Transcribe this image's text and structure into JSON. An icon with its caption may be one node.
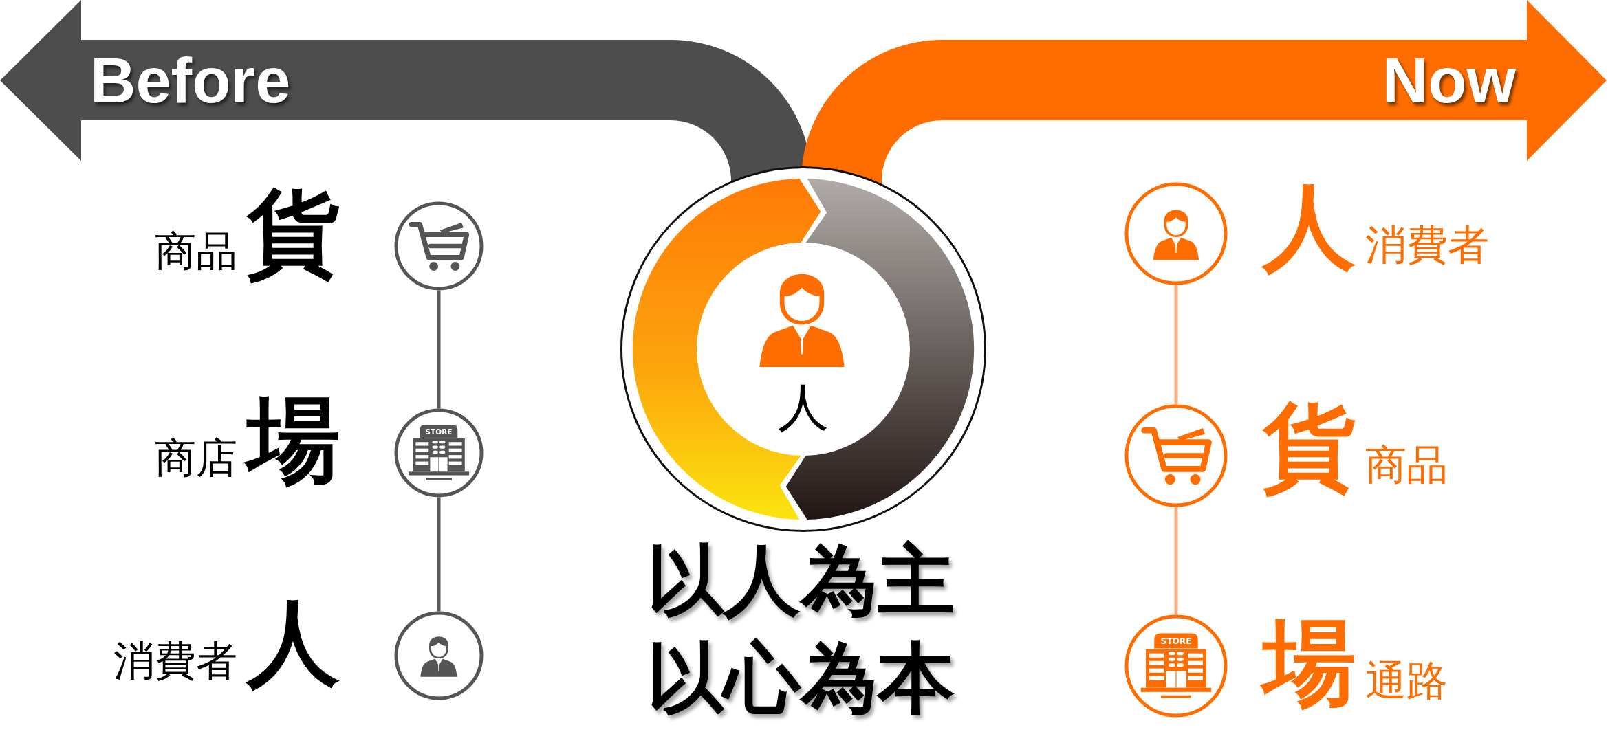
{
  "diagram": {
    "nodes": [
      {
        "text": [
          "Before"
        ]
      },
      {
        "text": [
          "Now"
        ]
      },
      {
        "text": [],
        "shape": "circle",
        "beside": [
          "商品",
          "貨"
        ]
      },
      {
        "text": [],
        "shape": "circle",
        "beside": [
          "商店",
          "場"
        ]
      },
      {
        "text": [],
        "shape": "circle",
        "beside": [
          "消費者",
          "人"
        ]
      },
      {
        "text": [
          "人"
        ]
      },
      {
        "text": [],
        "shape": "circle",
        "beside": [
          "人",
          "消費者"
        ]
      },
      {
        "text": [],
        "shape": "circle",
        "beside": [
          "貨",
          "商品"
        ]
      },
      {
        "text": [],
        "shape": "circle",
        "beside": [
          "場",
          "通路"
        ]
      }
    ],
    "edges": [
      {
        "from": 2,
        "to": 3,
        "arrow": "none",
        "color": "#595959"
      },
      {
        "from": 3,
        "to": 4,
        "arrow": "none",
        "color": "#595959"
      },
      {
        "from": 6,
        "to": 7,
        "arrow": "none",
        "color": "#f4b183"
      },
      {
        "from": 7,
        "to": 8,
        "arrow": "none",
        "color": "#f4b183"
      }
    ],
    "labels": [
      "STORE",
      "以人為主以心為本",
      "STORE"
    ]
  }
}
